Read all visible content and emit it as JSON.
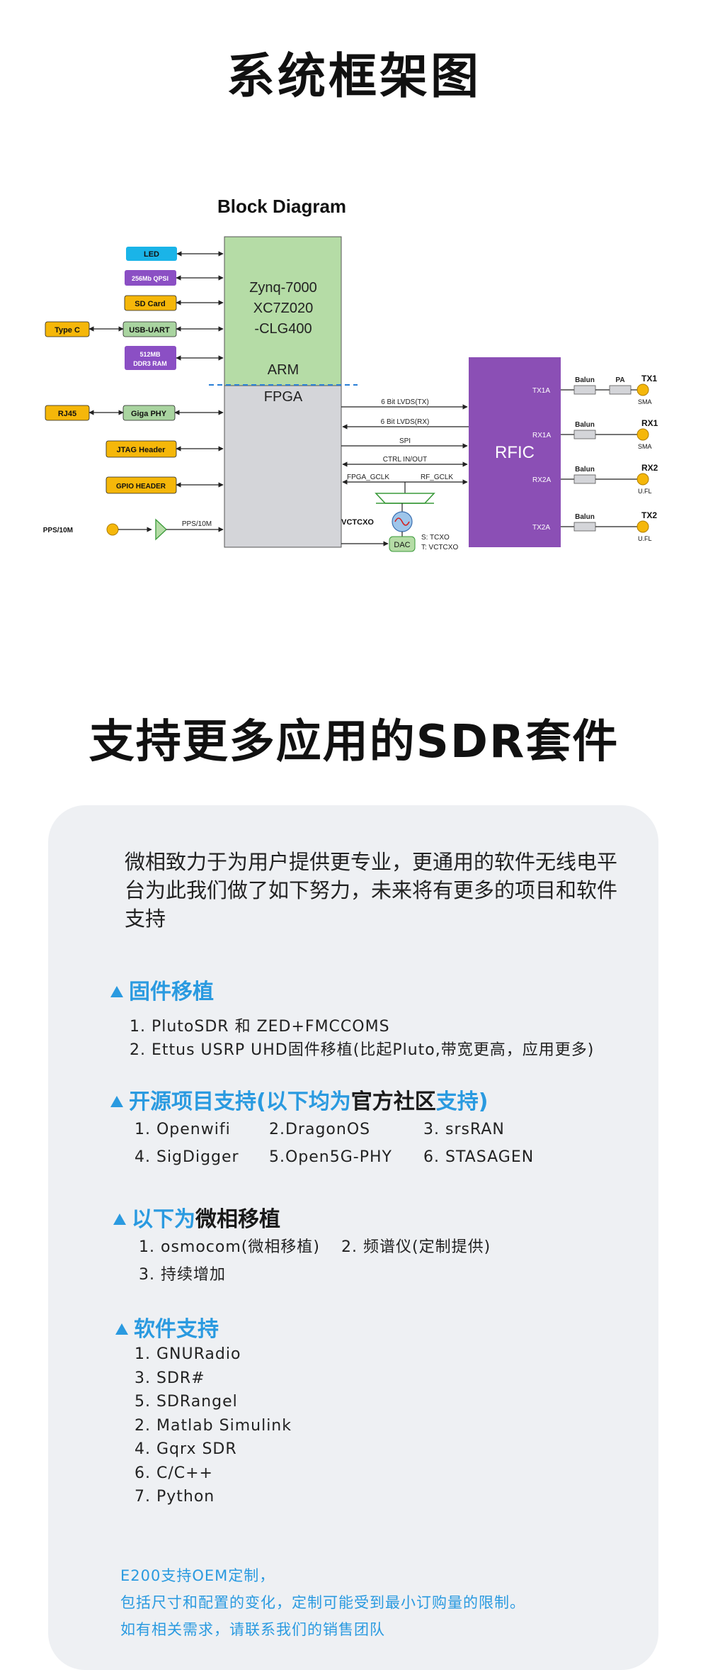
{
  "title_block_diagram": "系统框架图",
  "diagram": {
    "heading": "Block Diagram",
    "fpga_top": [
      "Zynq-7000",
      "XC7Z020",
      "-CLG400"
    ],
    "arm": "ARM",
    "fpga": "FPGA",
    "rfic": "RFIC",
    "left_blocks": {
      "led": "LED",
      "qpsi": "256Mb QPSI",
      "sd": "SD Card",
      "usb_uart": "USB-UART",
      "type_c": "Type C",
      "ddr_1": "512MB",
      "ddr_2": "DDR3 RAM",
      "rj45": "RJ45",
      "giga_phy": "Giga PHY",
      "jtag": "JTAG Header",
      "gpio": "GPIO HEADER",
      "pps": "PPS/10M",
      "pps_line": "PPS/10M"
    },
    "links": {
      "tx_lvds": "6 Bit LVDS(TX)",
      "rx_lvds": "6 Bit LVDS(RX)",
      "spi": "SPI",
      "ctrl": "CTRL IN/OUT",
      "fpga_gclk": "FPGA_GCLK",
      "rf_gclk": "RF_GCLK"
    },
    "clock": {
      "vctcxo": "VCTCXO",
      "dac": "DAC",
      "s": "S: TCXO",
      "t": "T: VCTCXO"
    },
    "rf_ports": [
      {
        "port": "TX1A",
        "balun": "Balun",
        "pa": "PA",
        "ant": "TX1",
        "conn": "SMA"
      },
      {
        "port": "RX1A",
        "balun": "Balun",
        "ant": "RX1",
        "conn": "SMA"
      },
      {
        "port": "RX2A",
        "balun": "Balun",
        "ant": "RX2",
        "conn": "U.FL"
      },
      {
        "port": "TX2A",
        "balun": "Balun",
        "ant": "TX2",
        "conn": "U.FL"
      }
    ]
  },
  "title_sdr": "支持更多应用的SDR套件",
  "intro": "微相致力于为用户提供更专业，更通用的软件无线电平台为此我们做了如下努力，未来将有更多的项目和软件支持",
  "section1": {
    "title": "固件移植",
    "items": [
      "1. PlutoSDR 和 ZED+FMCCOMS",
      "2. Ettus USRP UHD固件移植(比起Pluto,带宽更高，应用更多)"
    ]
  },
  "section2": {
    "title_a": "开源项目支持(以下均为",
    "title_b": "官方社区",
    "title_c": "支持)",
    "items": [
      "1. Openwifi",
      "2.DragonOS",
      "3.  srsRAN",
      "4. SigDigger",
      "5.Open5G-PHY",
      "6. STASAGEN"
    ]
  },
  "section3": {
    "title_a": "以下为",
    "title_b": "微相移植",
    "items": [
      "1. osmocom(微相移植)",
      "2. 频谱仪(定制提供)",
      "3. 持续增加"
    ]
  },
  "section4": {
    "title": "软件支持",
    "items": [
      "1. GNURadio",
      "3. SDR#",
      "5. SDRangel",
      "2. Matlab Simulink",
      "4. Gqrx SDR",
      "6. C/C++",
      "7. Python"
    ]
  },
  "footer": [
    "E200支持OEM定制，",
    "包括尺寸和配置的变化，定制可能受到最小订购量的限制。",
    "如有相关需求，请联系我们的销售团队"
  ],
  "colors": {
    "accent_blue": "#2a9ae0",
    "fpga_green": "#b5dca6",
    "fpga_gray": "#d4d5d9",
    "rfic_purple": "#8b4fb5"
  }
}
